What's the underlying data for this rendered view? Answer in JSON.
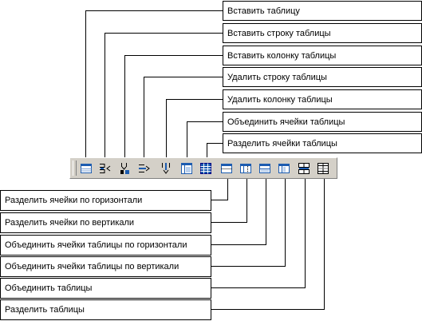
{
  "top_labels": [
    "Вставить таблицу",
    "Вставить строку таблицы",
    "Вставить колонку таблицы",
    "Удалить строку таблицы",
    "Удалить колонку таблицы",
    "Объединить ячейки таблицы",
    "Разделить ячейки таблицы"
  ],
  "bottom_labels": [
    "Разделить ячейки по горизонтали",
    "Разделить ячейки по вертикали",
    "Объединить ячейки таблицы по горизонтали",
    "Объединить ячейки таблицы по вертикали",
    "Объединить таблицы",
    "Разделить таблицы"
  ],
  "toolbar": {
    "icons": [
      "insert-table-icon",
      "insert-row-icon",
      "insert-column-icon",
      "delete-row-icon",
      "delete-column-icon",
      "merge-cells-icon",
      "split-cells-icon",
      "split-horizontal-icon",
      "split-vertical-icon",
      "merge-horizontal-icon",
      "merge-vertical-icon",
      "merge-tables-icon",
      "split-tables-icon"
    ]
  },
  "colors": {
    "toolbar_bg": "#d4d0c8",
    "icon_blue": "#1c5cb0",
    "icon_dark": "#000080"
  }
}
